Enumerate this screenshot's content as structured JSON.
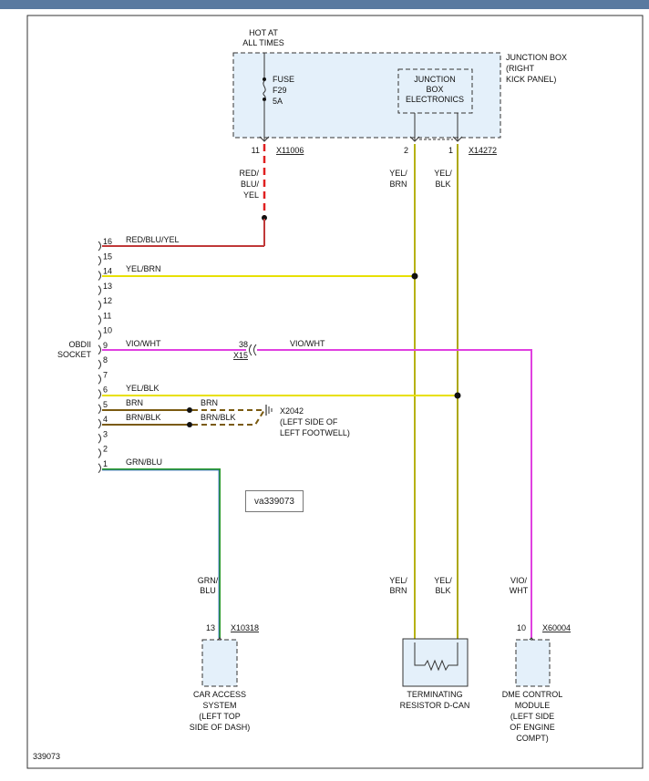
{
  "hot_at_all_times": [
    "HOT AT",
    "ALL TIMES"
  ],
  "junction_box": {
    "label": [
      "JUNCTION BOX",
      "(RIGHT",
      "KICK PANEL)"
    ],
    "fuse": [
      "FUSE",
      "F29",
      "5A"
    ],
    "electronics": [
      "JUNCTION",
      "BOX",
      "ELECTRONICS"
    ]
  },
  "connectors": {
    "x11006": {
      "name": "X11006",
      "pin": "11"
    },
    "x14272": {
      "name": "X14272",
      "pins": [
        "2",
        "1"
      ]
    },
    "x15": {
      "name": "X15",
      "pin": "38"
    },
    "x2042": {
      "name": "X2042",
      "desc": [
        "(LEFT SIDE OF",
        "LEFT FOOTWELL)"
      ]
    },
    "x10318": {
      "name": "X10318",
      "pin": "13"
    },
    "x60004": {
      "name": "X60004",
      "pin": "10"
    }
  },
  "obd": {
    "label": [
      "OBDII",
      "SOCKET"
    ],
    "pins": [
      "16",
      "15",
      "14",
      "13",
      "12",
      "11",
      "10",
      "9",
      "8",
      "7",
      "6",
      "5",
      "4",
      "3",
      "2",
      "1"
    ]
  },
  "wires": {
    "red_blu_yel_vertical": [
      "RED/",
      "BLU/",
      "YEL"
    ],
    "red_blu_yel": "RED/BLU/YEL",
    "yel_brn": "YEL/BRN",
    "vio_wht": "VIO/WHT",
    "vio_wht_right": "VIO/WHT",
    "yel_blk": "YEL/BLK",
    "brn": "BRN",
    "brn_blk": "BRN/BLK",
    "brn_right": "BRN",
    "brn_blk_right": "BRN/BLK",
    "grn_blu": "GRN/BLU",
    "yel_brn_top": [
      "YEL/",
      "BRN"
    ],
    "yel_blk_top": [
      "YEL/",
      "BLK"
    ],
    "grn_blu_bottom": [
      "GRN/",
      "BLU"
    ],
    "yel_brn_bottom": [
      "YEL/",
      "BRN"
    ],
    "yel_blk_bottom": [
      "YEL/",
      "BLK"
    ],
    "vio_wht_bottom": [
      "VIO/",
      "WHT"
    ]
  },
  "components": {
    "car_access": [
      "CAR ACCESS",
      "SYSTEM",
      "(LEFT TOP",
      "SIDE OF DASH)"
    ],
    "terminating": [
      "TERMINATING",
      "RESISTOR D-CAN"
    ],
    "dme": [
      "DME CONTROL",
      "MODULE",
      "(LEFT SIDE",
      "OF ENGINE",
      "COMPT)"
    ]
  },
  "watermark": "va339073",
  "figure_id": "339073",
  "colors": {
    "red": "#e02020",
    "red_brown": "#c03838",
    "yellow": "#e8e000",
    "violet": "#e040e0",
    "brown": "#7a5a10",
    "green": "#2a9a2a",
    "blue": "#3a6ad0",
    "box_fill": "#e4f0fa",
    "header": "#5a7aa0"
  }
}
